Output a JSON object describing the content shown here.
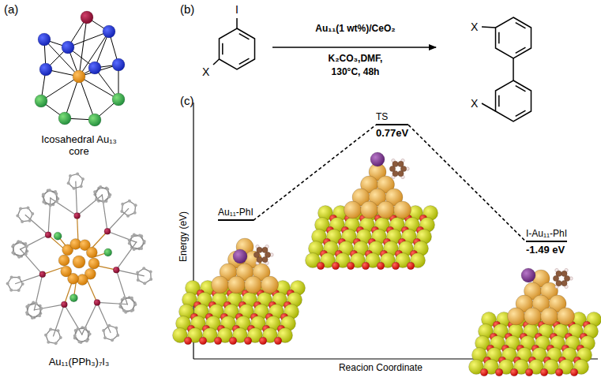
{
  "diagram": {
    "nodes": [
      {
        "text": [
          "Au₁₁-PhI"
        ]
      },
      {
        "text": [
          "TS",
          "0.77eV"
        ]
      },
      {
        "text": [
          "I-Au₁₁-PhI",
          "-1.49 eV"
        ]
      }
    ],
    "edges": [
      {
        "from": 0,
        "to": 1,
        "arrow": "none"
      },
      {
        "from": 1,
        "to": 2,
        "arrow": "none"
      }
    ],
    "labels": [
      "(a)",
      "Icosahedral Au₁₃ core",
      "Au₁₁(PPh₃)₇I₃",
      "(b)",
      "I",
      "X",
      "X",
      "X",
      "Au₁₁(1 wt%)/CeO₂",
      "K₂CO₃,DMF,",
      "130°C, 48h",
      "(c)",
      "Energy (eV)",
      "Reacion Coordinate"
    ]
  }
}
